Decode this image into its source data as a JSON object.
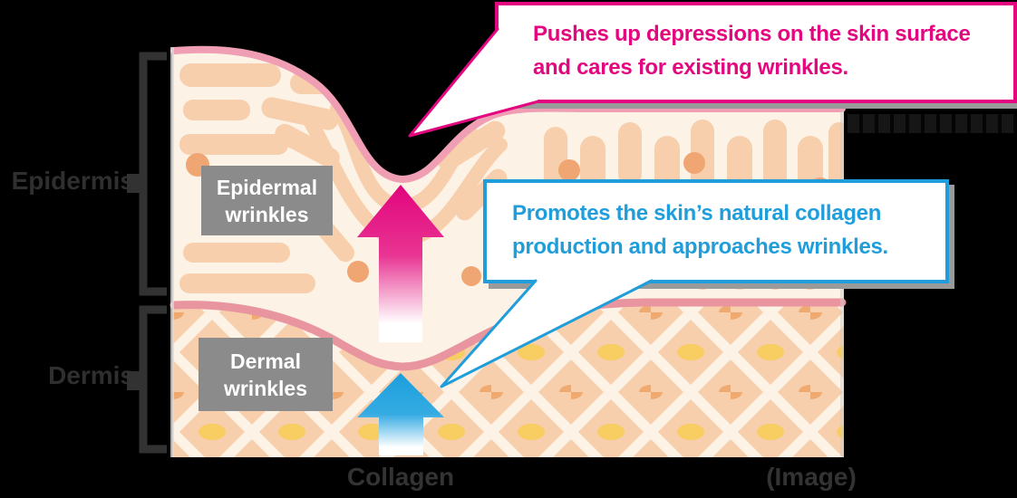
{
  "diagram": {
    "title": "skin cross-section showing epidermal and dermal wrinkles",
    "layer_labels": [
      {
        "label": "Epidermis"
      },
      {
        "label": "Dermis"
      }
    ],
    "tag_boxes": [
      {
        "line1": "Epidermal",
        "line2": "wrinkles"
      },
      {
        "line1": "Dermal",
        "line2": "wrinkles"
      }
    ],
    "callouts": [
      {
        "target": "epidermal wrinkle",
        "line1": "Pushes up depressions on the skin surface",
        "line2": "and cares for existing wrinkles.",
        "accent": "#e4067f"
      },
      {
        "target": "dermal wrinkle",
        "line1": "Promotes the skin’s natural collagen",
        "line2": "production and approaches wrinkles.",
        "accent": "#1f9edb"
      }
    ],
    "bottom_labels": [
      {
        "label": "Collagen"
      },
      {
        "label": "(Image)"
      }
    ],
    "icons": [
      {
        "name": "epidermal-arrow-up-icon",
        "shape": "up-arrow",
        "gradient": [
          "#e2047d",
          "#ffffff"
        ]
      },
      {
        "name": "dermal-arrow-up-icon",
        "shape": "up-arrow",
        "gradient": [
          "#1b9fdc",
          "#ffffff"
        ]
      }
    ],
    "colors": {
      "background": "#000000",
      "epidermal_accent": "#e4067f",
      "dermal_accent": "#1f9edb",
      "tag_box": "#8b8b8b",
      "skin_base": "#fdf2e6",
      "skin_cell": "#f7cfad",
      "surface_line": "#ef9eb3",
      "boundary_line": "#e9959f",
      "dermis_dot_yellow": "#f8cd61",
      "dermis_dot_orange": "#f0aa70",
      "bracket": "#323232",
      "label_dark": "#2f2f2f"
    }
  }
}
